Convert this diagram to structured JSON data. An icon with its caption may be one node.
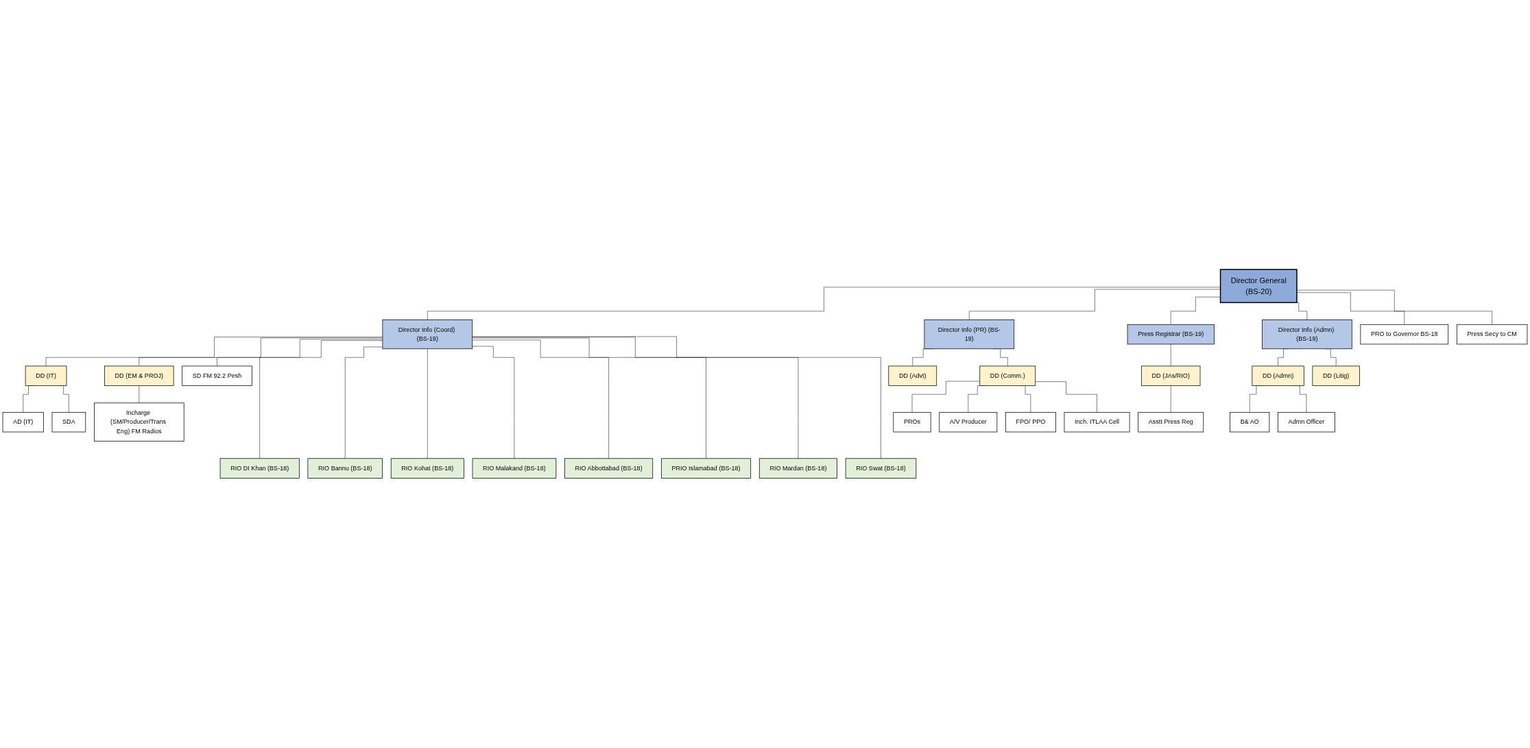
{
  "diagram": {
    "nodes": [
      {
        "text": [
          "Director General",
          "(BS-20)"
        ]
      },
      {
        "text": [
          "Director Info (Coord) (BS-19)"
        ]
      },
      {
        "text": [
          "Director Info (PR) (BS-19)"
        ]
      },
      {
        "text": [
          "Press Registrar (BS-19)"
        ]
      },
      {
        "text": [
          "Director Info (Admn) (BS-19)"
        ]
      },
      {
        "text": [
          "DD (IT)"
        ]
      },
      {
        "text": [
          "DD (EM & PROJ)"
        ]
      },
      {
        "text": [
          "AD (IT)"
        ]
      },
      {
        "text": [
          "SDA"
        ]
      },
      {
        "text": [
          "SD FM 92.2 Pesh"
        ]
      },
      {
        "text": [
          "Incharge (SM/Producer/Trans Eng) FM Radios"
        ]
      },
      {
        "text": [
          "DD (Advt)"
        ]
      },
      {
        "text": [
          "DD (Comm.)"
        ]
      },
      {
        "text": [
          "PROs"
        ]
      },
      {
        "text": [
          "A/V Producer"
        ]
      },
      {
        "text": [
          "FPO/ PPO"
        ]
      },
      {
        "text": [
          "Inch. ITLAA Cell"
        ]
      },
      {
        "text": [
          "DD (JAs/RIO)"
        ]
      },
      {
        "text": [
          "Asstt Press Reg"
        ]
      },
      {
        "text": [
          "DD (Admn)"
        ]
      },
      {
        "text": [
          "DD (Litig)"
        ]
      },
      {
        "text": [
          "B& AO"
        ]
      },
      {
        "text": [
          "Admn Officer"
        ]
      },
      {
        "text": [
          "PRO to Governor BS-18"
        ]
      },
      {
        "text": [
          "Press Secy to CM"
        ]
      },
      {
        "text": [
          "RIO DI Khan (BS-18)"
        ]
      },
      {
        "text": [
          "RIO Bannu (BS-18)"
        ]
      },
      {
        "text": [
          "RIO Kohat (BS-18)"
        ]
      },
      {
        "text": [
          "RIO Malakand (BS-18)"
        ]
      },
      {
        "text": [
          "RIO Abbottabad (BS-18)"
        ]
      },
      {
        "text": [
          "PRIO Islamabad (BS-18)"
        ]
      },
      {
        "text": [
          "RIO Mardan (BS-18)"
        ]
      },
      {
        "text": [
          "RIO Swat (BS-18)"
        ]
      }
    ],
    "edges": [
      {
        "from": 0,
        "to": 1,
        "arrow": "none"
      },
      {
        "from": 0,
        "to": 2,
        "arrow": "none"
      },
      {
        "from": 0,
        "to": 3,
        "arrow": "none"
      },
      {
        "from": 0,
        "to": 4,
        "arrow": "none"
      },
      {
        "from": 0,
        "to": 23,
        "arrow": "none"
      },
      {
        "from": 0,
        "to": 24,
        "arrow": "none"
      },
      {
        "from": 1,
        "to": 5,
        "arrow": "none"
      },
      {
        "from": 1,
        "to": 6,
        "arrow": "none"
      },
      {
        "from": 1,
        "to": 9,
        "arrow": "none"
      },
      {
        "from": 5,
        "to": 7,
        "arrow": "none"
      },
      {
        "from": 5,
        "to": 8,
        "arrow": "none"
      },
      {
        "from": 6,
        "to": 10,
        "arrow": "none"
      },
      {
        "from": 2,
        "to": 11,
        "arrow": "none"
      },
      {
        "from": 2,
        "to": 12,
        "arrow": "none"
      },
      {
        "from": 12,
        "to": 13,
        "arrow": "none"
      },
      {
        "from": 12,
        "to": 14,
        "arrow": "none"
      },
      {
        "from": 12,
        "to": 15,
        "arrow": "none"
      },
      {
        "from": 12,
        "to": 16,
        "arrow": "none"
      },
      {
        "from": 3,
        "to": 17,
        "arrow": "none"
      },
      {
        "from": 17,
        "to": 18,
        "arrow": "none"
      },
      {
        "from": 4,
        "to": 19,
        "arrow": "none"
      },
      {
        "from": 4,
        "to": 20,
        "arrow": "none"
      },
      {
        "from": 19,
        "to": 21,
        "arrow": "none"
      },
      {
        "from": 19,
        "to": 22,
        "arrow": "none"
      },
      {
        "from": 1,
        "to": 25,
        "arrow": "none"
      },
      {
        "from": 1,
        "to": 26,
        "arrow": "none"
      },
      {
        "from": 1,
        "to": 27,
        "arrow": "none"
      },
      {
        "from": 1,
        "to": 28,
        "arrow": "none"
      },
      {
        "from": 1,
        "to": 29,
        "arrow": "none"
      },
      {
        "from": 1,
        "to": 30,
        "arrow": "none"
      },
      {
        "from": 1,
        "to": 31,
        "arrow": "none"
      },
      {
        "from": 1,
        "to": 32,
        "arrow": "none"
      }
    ]
  }
}
